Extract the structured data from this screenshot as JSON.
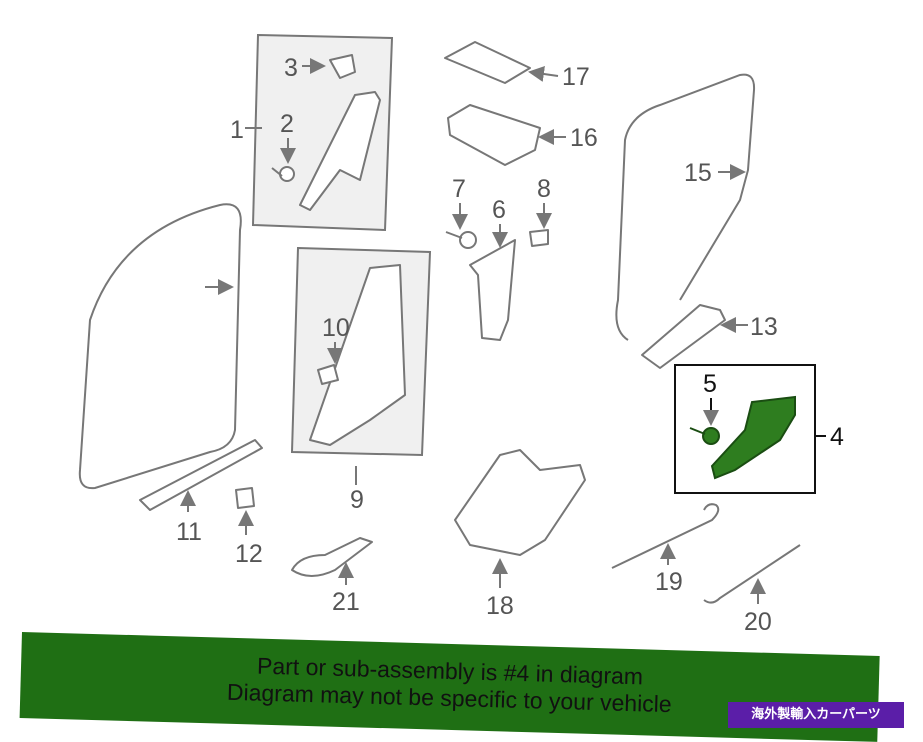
{
  "diagram": {
    "callouts": {
      "p1": "1",
      "p2": "2",
      "p3": "3",
      "p4": "4",
      "p5": "5",
      "p6": "6",
      "p7": "7",
      "p8": "8",
      "p9": "9",
      "p10": "10",
      "p11": "11",
      "p12": "12",
      "p13": "13",
      "p15": "15",
      "p16": "16",
      "p17": "17",
      "p18": "18",
      "p19": "19",
      "p20": "20",
      "p21": "21"
    },
    "highlight_color": "#2e7d1f"
  },
  "banner": {
    "line1": "Part or sub-assembly is #4 in diagram",
    "line2": "Diagram may not be specific to your vehicle",
    "color": "#1f6f14"
  },
  "badge": {
    "text": "海外製輸入カーパーツ",
    "color": "#5b1ea8"
  }
}
